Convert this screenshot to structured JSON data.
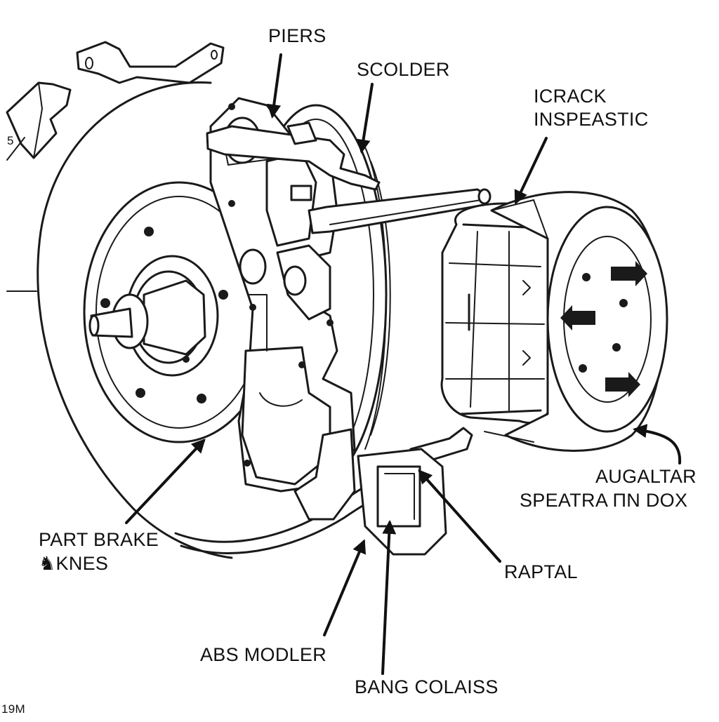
{
  "labels": {
    "piers": "PIERS",
    "scolder": "SCOLDER",
    "icrack_line1": "ICRACK",
    "icrack_line2": "INSPEASTIC",
    "augaltar_line1": "AUGALTAR",
    "augaltar_line2": "SPEATRA ΠN DOX",
    "part_brake_line1": "PART BRAKE",
    "part_brake_line2": "♞KNES",
    "raptal": "RAPTAL",
    "abs_modler": "ABS MODLER",
    "bang_colaiss": "BANG COLAISS",
    "corner_code": "19M",
    "edge_mark": "5"
  },
  "colors": {
    "ink": "#1a1a1a",
    "paper": "#ffffff"
  }
}
